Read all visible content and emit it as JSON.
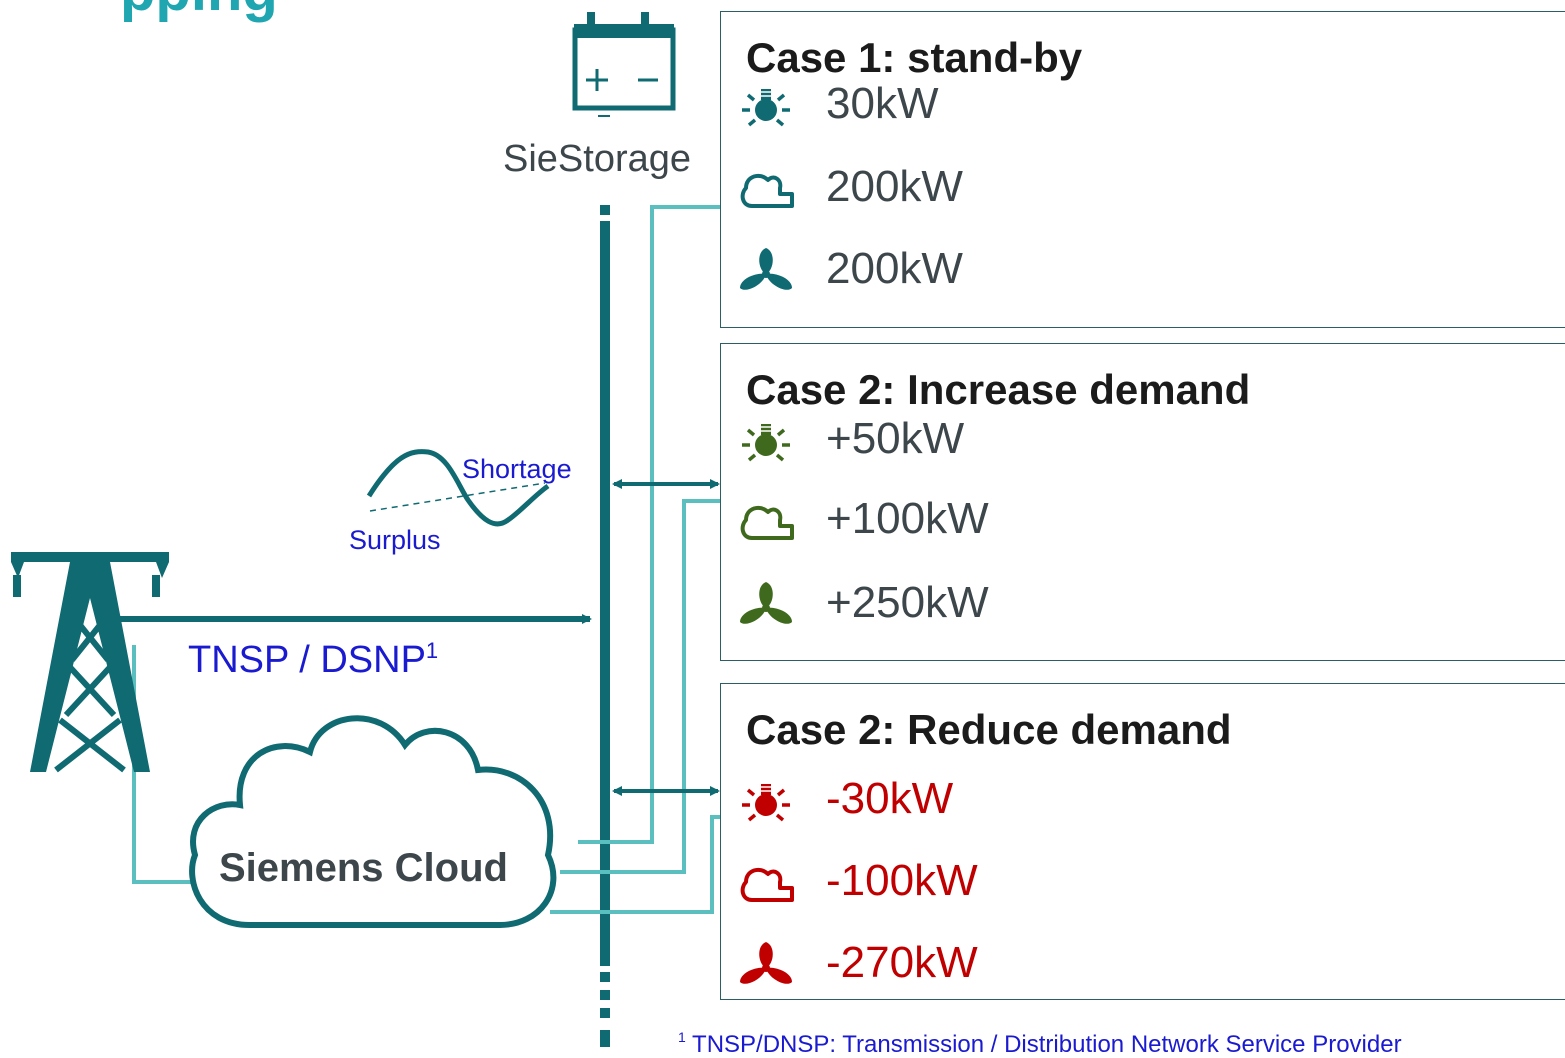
{
  "title_fragment": "pping",
  "storage": {
    "label": "SieStorage"
  },
  "grid": {
    "shortage_label": "Shortage",
    "surplus_label": "Surplus",
    "tnsp_label": "TNSP / DSNP",
    "tnsp_superscript": "1"
  },
  "cloud": {
    "label": "Siemens Cloud"
  },
  "colors": {
    "teal_dark": "#0f6a72",
    "teal_light": "#5bbfbf",
    "green": "#3f6a1e",
    "red": "#c00000",
    "text_blue": "#1a1ad0"
  },
  "cases": [
    {
      "title": "Case 1: stand-by",
      "color": "teal",
      "items": [
        {
          "icon": "lightbulb-icon",
          "value": "30kW"
        },
        {
          "icon": "cloud-chiller-icon",
          "value": "200kW"
        },
        {
          "icon": "fan-icon",
          "value": "200kW"
        }
      ]
    },
    {
      "title": "Case 2: Increase demand",
      "color": "green",
      "items": [
        {
          "icon": "lightbulb-icon",
          "value": "+50kW"
        },
        {
          "icon": "cloud-chiller-icon",
          "value": "+100kW"
        },
        {
          "icon": "fan-icon",
          "value": "+250kW"
        }
      ]
    },
    {
      "title": "Case 2: Reduce demand",
      "color": "red",
      "items": [
        {
          "icon": "lightbulb-icon",
          "value": "-30kW"
        },
        {
          "icon": "cloud-chiller-icon",
          "value": "-100kW"
        },
        {
          "icon": "fan-icon",
          "value": "-270kW"
        }
      ]
    }
  ],
  "footnote": {
    "marker": "1",
    "text": " TNSP/DNSP: Transmission / Distribution Network Service Provider"
  }
}
